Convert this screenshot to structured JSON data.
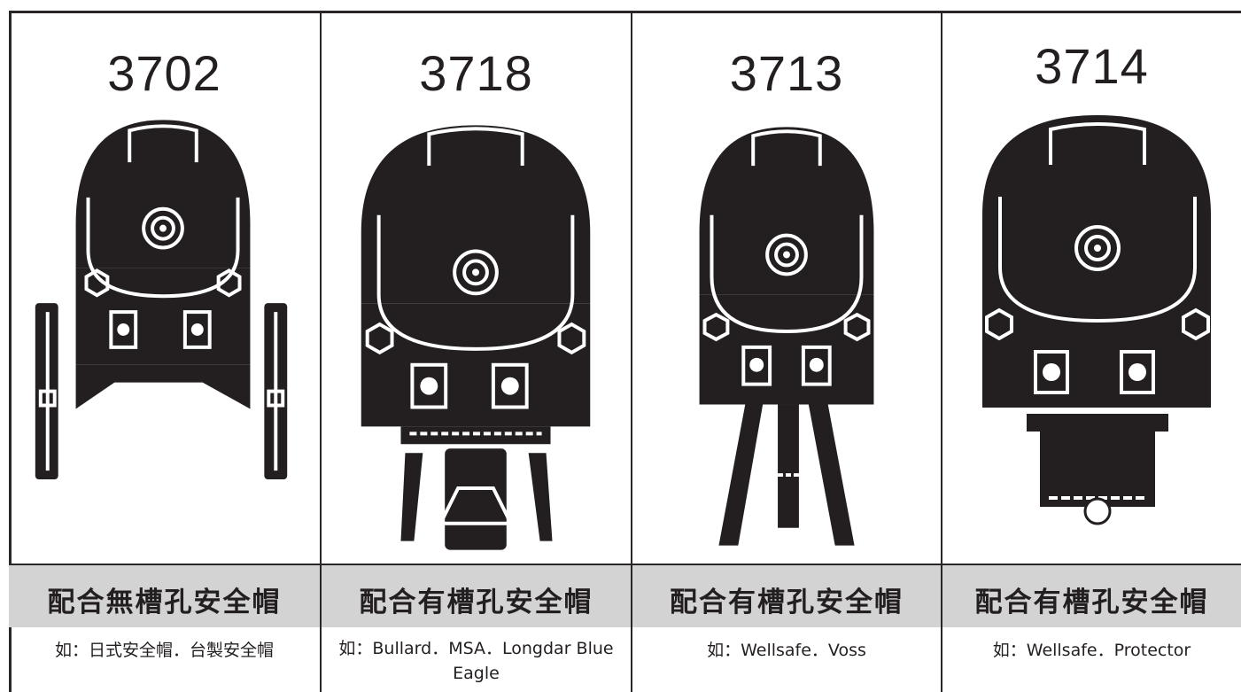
{
  "products": [
    {
      "model": "3702",
      "compat": "配合無槽孔安全帽",
      "examples": "如：日式安全帽．台製安全帽",
      "variant": "slotless"
    },
    {
      "model": "3718",
      "compat": "配合有槽孔安全帽",
      "examples": "如：Bullard．MSA．Longdar Blue Eagle",
      "variant": "clip"
    },
    {
      "model": "3713",
      "compat": "配合有槽孔安全帽",
      "examples": "如：Wellsafe．Voss",
      "variant": "prong"
    },
    {
      "model": "3714",
      "compat": "配合有槽孔安全帽",
      "examples": "如：Wellsafe．Protector",
      "variant": "block"
    }
  ],
  "colors": {
    "ink": "#231f20",
    "band": "#d3d3d3",
    "background": "#ffffff"
  }
}
